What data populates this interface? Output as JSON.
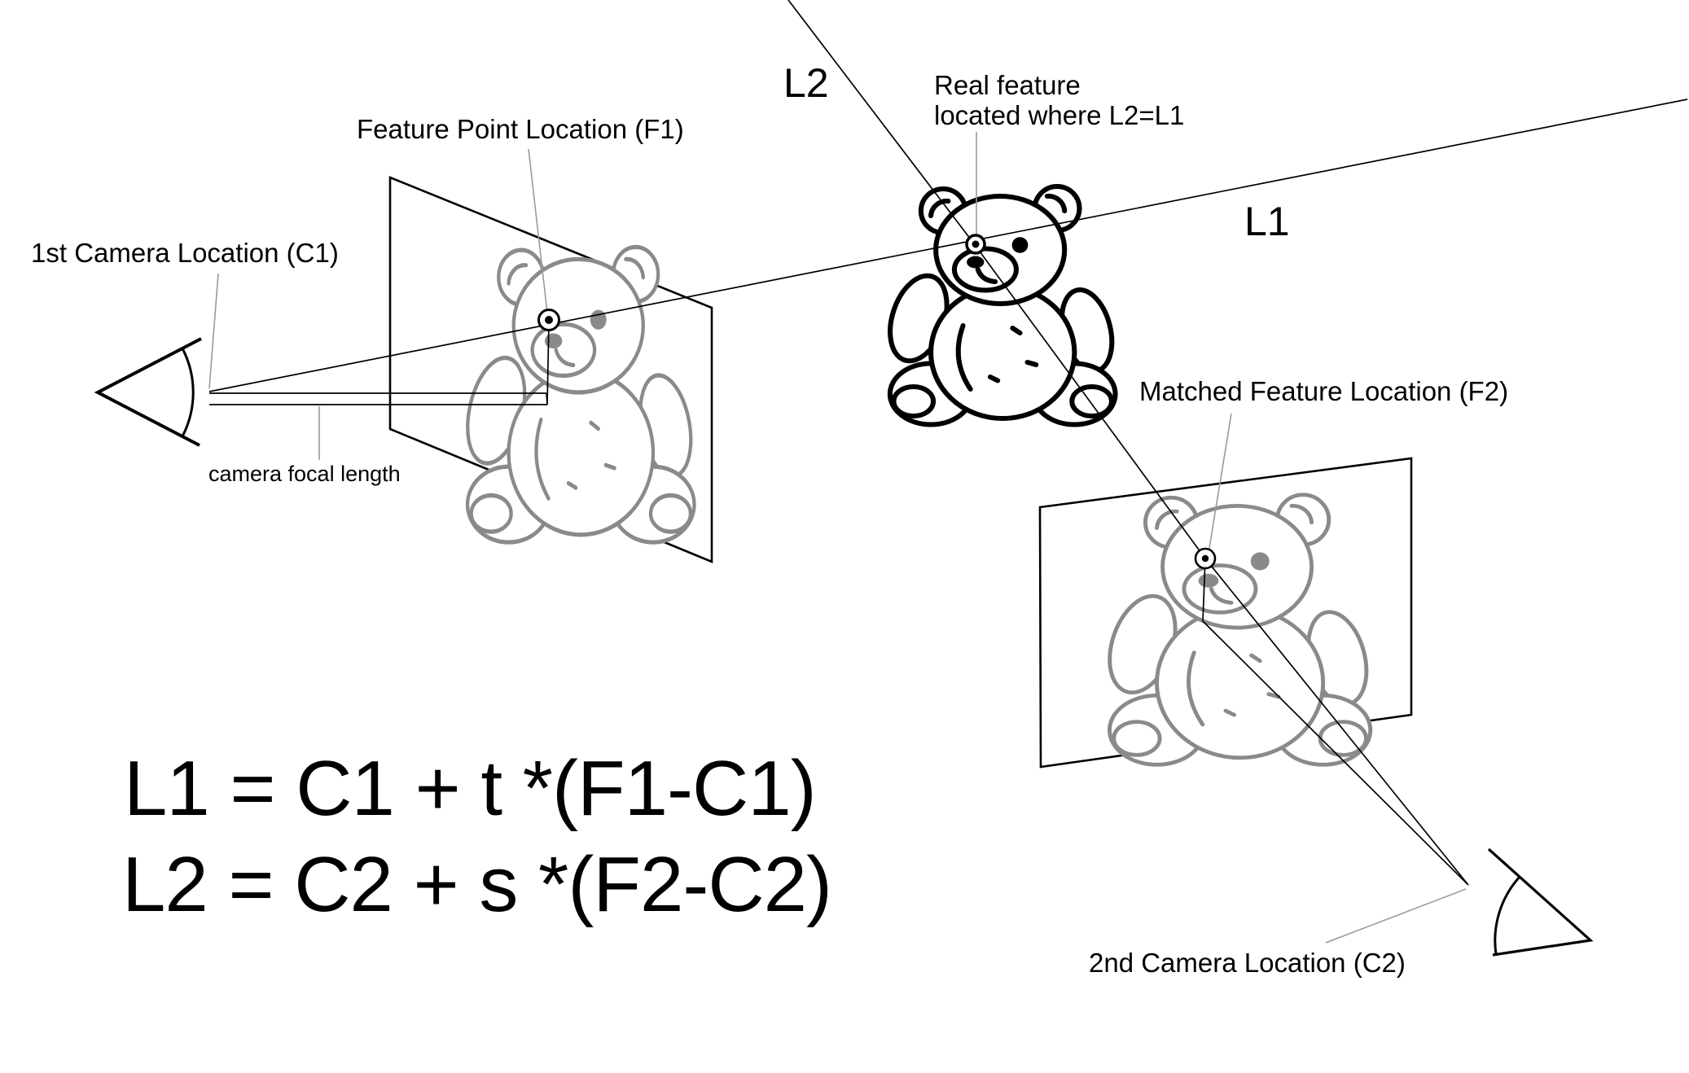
{
  "labels": {
    "camera1": "1st Camera Location (C1)",
    "feature1": "Feature Point Location (F1)",
    "focal": "camera focal length",
    "real_feature_line1": "Real feature",
    "real_feature_line2": "located where L2=L1",
    "l1": "L1",
    "l2": "L2",
    "matched": "Matched Feature Location (F2)",
    "camera2": "2nd Camera Location (C2)"
  },
  "equations": {
    "line1": "L1 = C1 + t *(F1-C1)",
    "line2": "L2 = C2 + s *(F2-C2)"
  },
  "icons": {
    "camera1": "camera-view-cone-icon",
    "camera2": "camera-view-cone-icon",
    "feature_marker": "target-point-icon",
    "object": "teddy-bear-sketch"
  },
  "colors": {
    "background": "#ffffff",
    "ink": "#000000",
    "faded_sketch": "#8a8a8a",
    "leader_line": "#9a9a9a"
  }
}
